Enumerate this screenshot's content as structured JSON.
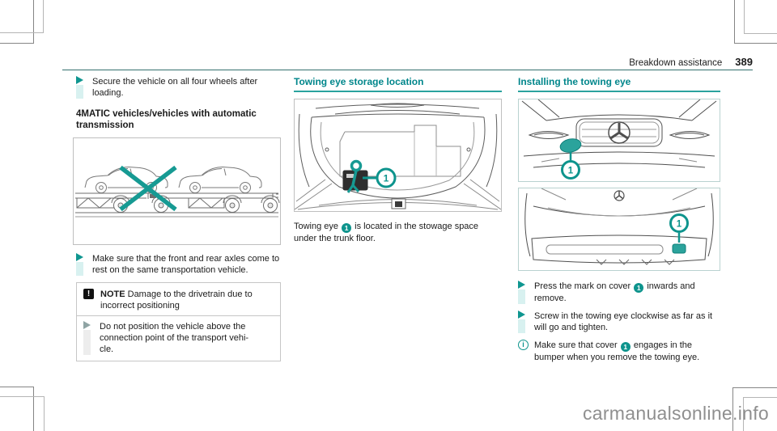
{
  "header": {
    "title": "Breakdown assistance",
    "page_number": "389"
  },
  "watermark": "carmanualsonline.info",
  "colors": {
    "accent_teal": "#0E948D",
    "heading_teal": "#00868B",
    "underline_teal": "#2AA39E",
    "step_bar_cyan": "#D8F1F0",
    "note_border": "#C6C6C6",
    "line_art_gray": "#4F4F4F",
    "watermark_gray": "#8F8F8F"
  },
  "icons": {
    "step_triangle": "triangle-right",
    "note_glyph": "!",
    "info_glyph": "i"
  },
  "left_column": {
    "step1": "Secure the vehicle on all four wheels after loading.",
    "heading": "4MATIC vehicles/vehicles with automatic transmission",
    "step2": "Make sure that the front and rear axles come to rest on the same transportation vehicle.",
    "note": {
      "label": "NOTE",
      "text": "Damage to the drivetrain due to incorrect positioning",
      "step": "Do not position the vehicle above the\nconnection point of the transport vehi-\ncle."
    }
  },
  "middle_column": {
    "heading": "Towing eye storage location",
    "marker": "1",
    "caption_pre": "Towing eye",
    "caption_marker": "1",
    "caption_post": "is located in the stowage space under the trunk floor."
  },
  "right_column": {
    "heading": "Installing the towing eye",
    "front_marker": "1",
    "rear_marker": "1",
    "step1_pre": "Press the mark on cover",
    "step1_marker": "1",
    "step1_post": "inwards and remove.",
    "step2": "Screw in the towing eye clockwise as far as it will go and tighten.",
    "info_pre": "Make sure that cover",
    "info_marker": "1",
    "info_post": "engages in the bumper when you remove the towing eye."
  }
}
